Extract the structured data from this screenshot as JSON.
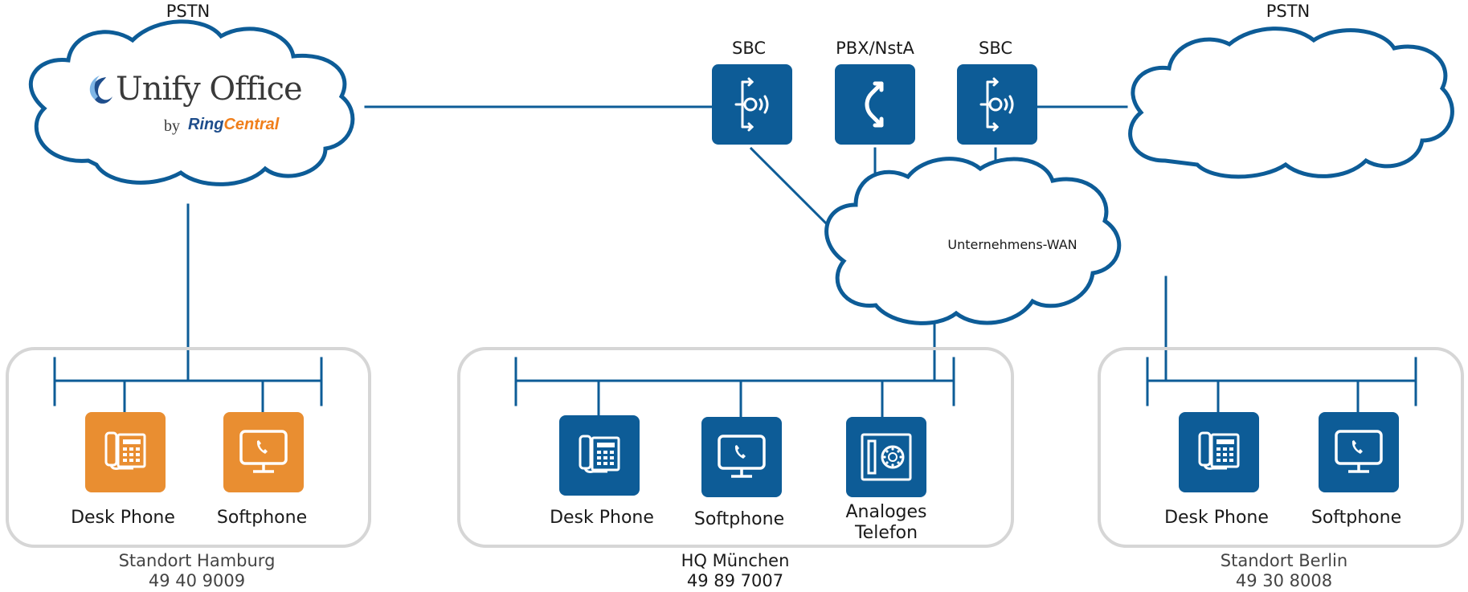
{
  "colors": {
    "line": "#0d5c97",
    "tile_blue": "#0d5c97",
    "tile_orange": "#e98e31",
    "box_border": "#d6d6d6"
  },
  "clouds": {
    "left": {
      "label": "PSTN",
      "logo": {
        "word": "Unify Office",
        "by": "by",
        "brand": "RingCentral"
      }
    },
    "right": {
      "label": "PSTN"
    },
    "wan": {
      "label": "Unternehmens-WAN"
    }
  },
  "core": {
    "sbc_left": {
      "label": "SBC",
      "icon": "sbc-icon"
    },
    "pbx": {
      "label": "PBX/NstA",
      "icon": "pbx-icon"
    },
    "sbc_right": {
      "label": "SBC",
      "icon": "sbc-icon"
    }
  },
  "sites": {
    "hamburg": {
      "name": "Standort Hamburg",
      "number": "49 40 9009",
      "devices": [
        {
          "label": "Desk Phone",
          "icon": "desk-phone-icon"
        },
        {
          "label": "Softphone",
          "icon": "softphone-icon"
        }
      ]
    },
    "muenchen": {
      "name": "HQ München",
      "number": "49 89 7007",
      "devices": [
        {
          "label": "Desk Phone",
          "icon": "desk-phone-icon"
        },
        {
          "label": "Softphone",
          "icon": "softphone-icon"
        },
        {
          "label": "Analoges",
          "label2": "Telefon",
          "icon": "analog-phone-icon"
        }
      ]
    },
    "berlin": {
      "name": "Standort Berlin",
      "number": "49 30 8008",
      "devices": [
        {
          "label": "Desk Phone",
          "icon": "desk-phone-icon"
        },
        {
          "label": "Softphone",
          "icon": "softphone-icon"
        }
      ]
    }
  }
}
